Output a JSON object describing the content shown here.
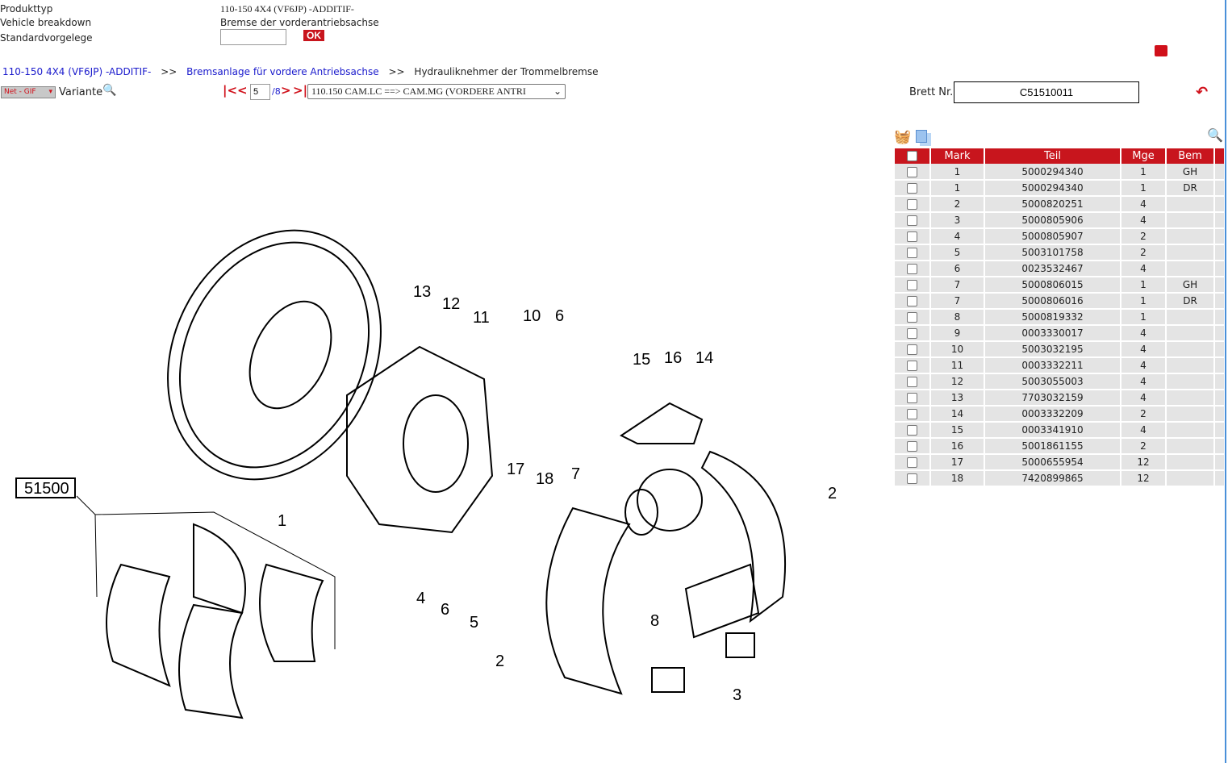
{
  "header": {
    "rows": [
      {
        "label": "Produkttyp",
        "value": "110-150 4X4 (VF6JP) -ADDITIF-"
      },
      {
        "label": "Vehicle breakdown",
        "value": "Bremse der vorderantriebsachse"
      },
      {
        "label": "Standardvorgelege",
        "value": ""
      }
    ],
    "ok_label": "OK"
  },
  "breadcrumb": {
    "items": [
      "110-150 4X4 (VF6JP) -ADDITIF-",
      "Bremsanlage für vordere Antriebsachse",
      "Hydrauliknehmer der Trommelbremse"
    ],
    "sep": ">>"
  },
  "toolbar": {
    "format": "Net - GIF",
    "variante": "Variante",
    "page": "5",
    "total": "/8",
    "first": "|<",
    "prev": "<",
    "next": ">",
    "last": ">|",
    "group": "110.150 CAM.LC ==> CAM.MG (VORDERE ANTRI"
  },
  "brett": {
    "label": "Brett Nr.",
    "value": "C51510011"
  },
  "table": {
    "headers": [
      "Mark",
      "Teil",
      "Mge",
      "Bem"
    ],
    "rows": [
      [
        "1",
        "5000294340",
        "1",
        "GH"
      ],
      [
        "1",
        "5000294340",
        "1",
        "DR"
      ],
      [
        "2",
        "5000820251",
        "4",
        ""
      ],
      [
        "3",
        "5000805906",
        "4",
        ""
      ],
      [
        "4",
        "5000805907",
        "2",
        ""
      ],
      [
        "5",
        "5003101758",
        "2",
        ""
      ],
      [
        "6",
        "0023532467",
        "4",
        ""
      ],
      [
        "7",
        "5000806015",
        "1",
        "GH"
      ],
      [
        "7",
        "5000806016",
        "1",
        "DR"
      ],
      [
        "8",
        "5000819332",
        "1",
        ""
      ],
      [
        "9",
        "0003330017",
        "4",
        ""
      ],
      [
        "10",
        "5003032195",
        "4",
        ""
      ],
      [
        "11",
        "0003332211",
        "4",
        ""
      ],
      [
        "12",
        "5003055003",
        "4",
        ""
      ],
      [
        "13",
        "7703032159",
        "4",
        ""
      ],
      [
        "14",
        "0003332209",
        "2",
        ""
      ],
      [
        "15",
        "0003341910",
        "4",
        ""
      ],
      [
        "16",
        "5001861155",
        "2",
        ""
      ],
      [
        "17",
        "5000655954",
        "12",
        ""
      ],
      [
        "18",
        "7420899865",
        "12",
        ""
      ]
    ]
  },
  "diagram": {
    "callouts": [
      "13",
      "12",
      "11",
      "10",
      "6",
      "15",
      "16",
      "14",
      "1",
      "17",
      "18",
      "7",
      "2",
      "51500",
      "4",
      "6",
      "5",
      "8",
      "2",
      "3"
    ]
  },
  "colors": {
    "accent": "#c8151d",
    "link": "#1a1acc",
    "row": "#e4e4e4"
  }
}
